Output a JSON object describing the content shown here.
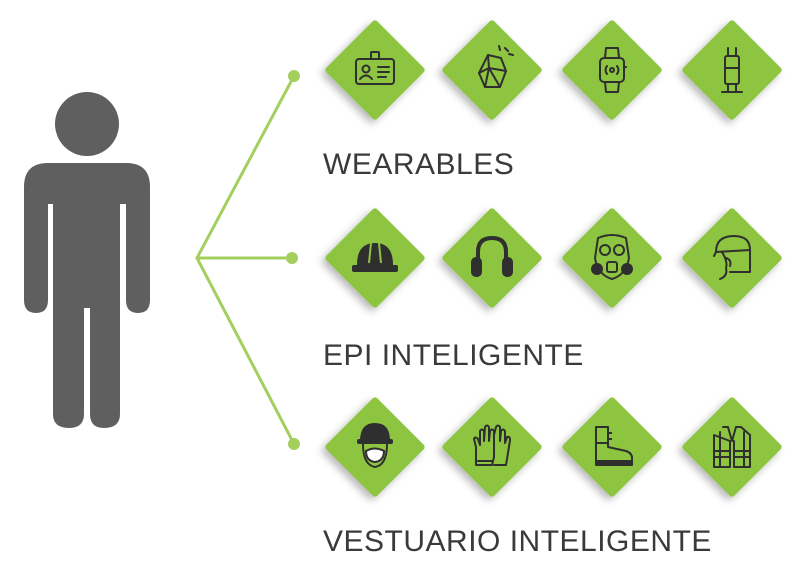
{
  "colors": {
    "accent": "#8dc540",
    "connector": "#a4cf5e",
    "figure": "#5f5f5f",
    "icon_stroke": "#2f2f2f",
    "label_text": "#3a3a3a"
  },
  "person": {
    "icon": "person-icon"
  },
  "sections": [
    {
      "label": "WEARABLES",
      "icons": [
        "id-badge-icon",
        "smart-stone-icon",
        "smartwatch-icon",
        "fitness-band-icon"
      ]
    },
    {
      "label": "EPI INTELIGENTE",
      "icons": [
        "hard-hat-icon",
        "ear-muffs-icon",
        "gas-mask-icon",
        "face-shield-icon"
      ]
    },
    {
      "label": "VESTUARIO INTELIGENTE",
      "icons": [
        "helmet-respirator-icon",
        "gloves-icon",
        "safety-boot-icon",
        "safety-vest-icon"
      ]
    }
  ]
}
